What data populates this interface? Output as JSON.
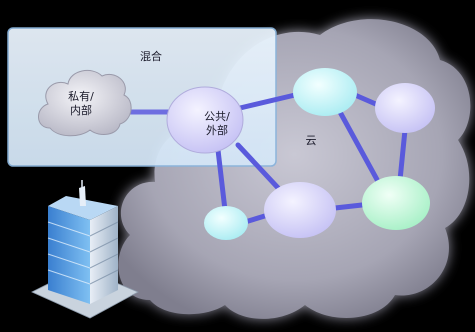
{
  "hybrid": {
    "title": "混合"
  },
  "nodes": {
    "private": {
      "line1": "私有/",
      "line2": "内部"
    },
    "public": {
      "line1": "公共/",
      "line2": "外部"
    }
  },
  "cloud": {
    "label": "云"
  },
  "colors": {
    "background": "#000000",
    "cloud": "#9a99a8",
    "hybrid_panel": "#dcebf8",
    "hybrid_border": "#8ab4dc",
    "connector": "#5a5adc",
    "node_cyan": "#bff3f7",
    "node_lavender": "#d6d3ff",
    "node_green": "#bfffd9",
    "building": "#5b9fe0"
  }
}
